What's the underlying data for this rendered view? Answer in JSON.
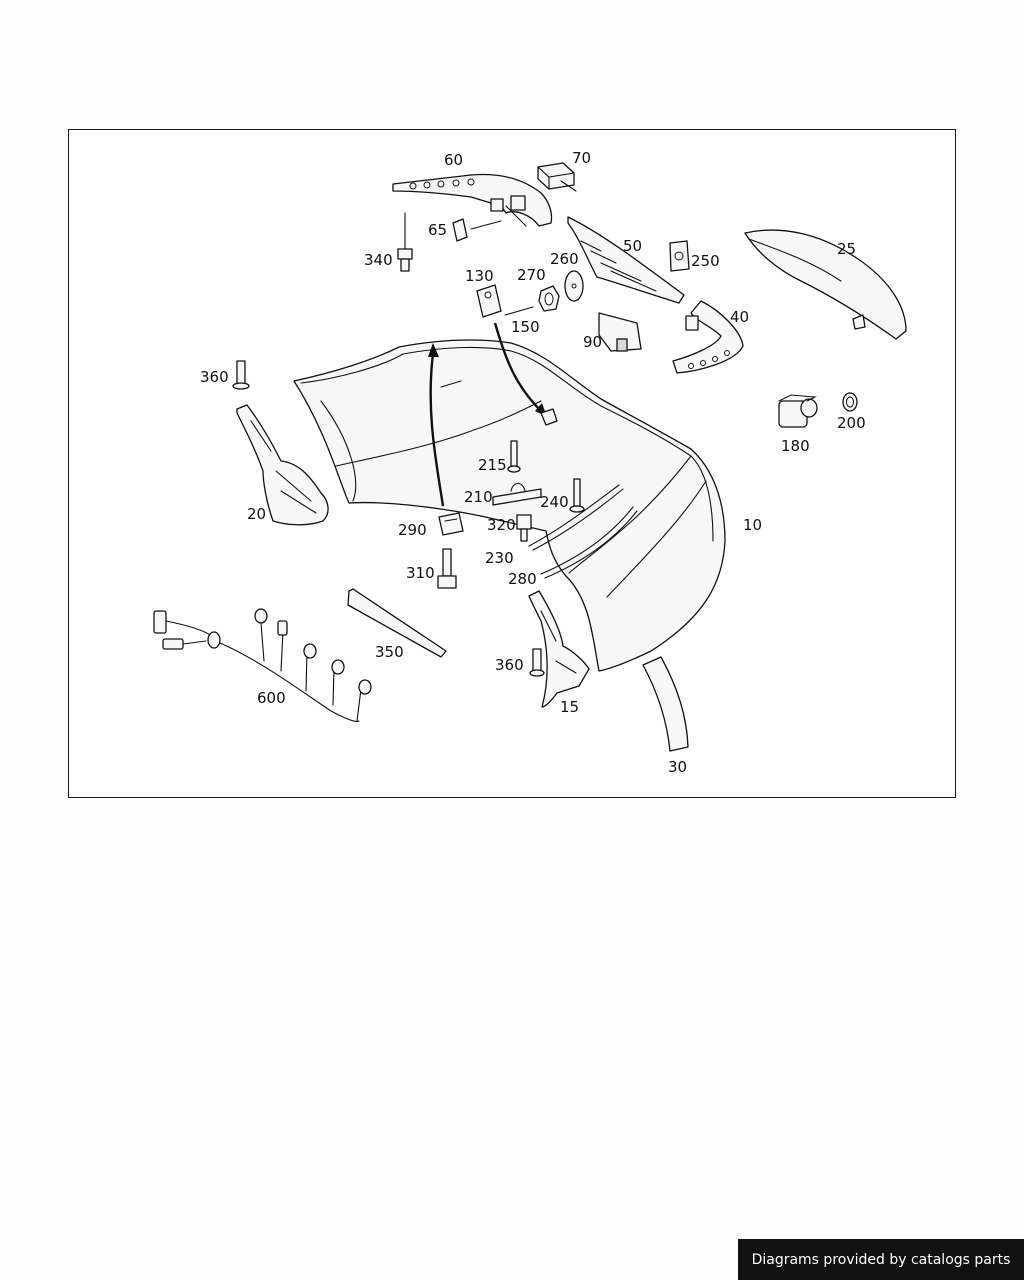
{
  "diagram": {
    "part_labels": {
      "p10": "10",
      "p15": "15",
      "p20": "20",
      "p25": "25",
      "p30": "30",
      "p40": "40",
      "p50": "50",
      "p60": "60",
      "p65": "65",
      "p70": "70",
      "p90": "90",
      "p130": "130",
      "p150": "150",
      "p180": "180",
      "p200": "200",
      "p210": "210",
      "p215": "215",
      "p230": "230",
      "p240": "240",
      "p250": "250",
      "p260": "260",
      "p270": "270",
      "p280": "280",
      "p290": "290",
      "p310": "310",
      "p320": "320",
      "p340": "340",
      "p350": "350",
      "p360a": "360",
      "p360b": "360",
      "p600": "600"
    }
  },
  "footer": {
    "credit": "Diagrams provided by catalogs parts"
  }
}
